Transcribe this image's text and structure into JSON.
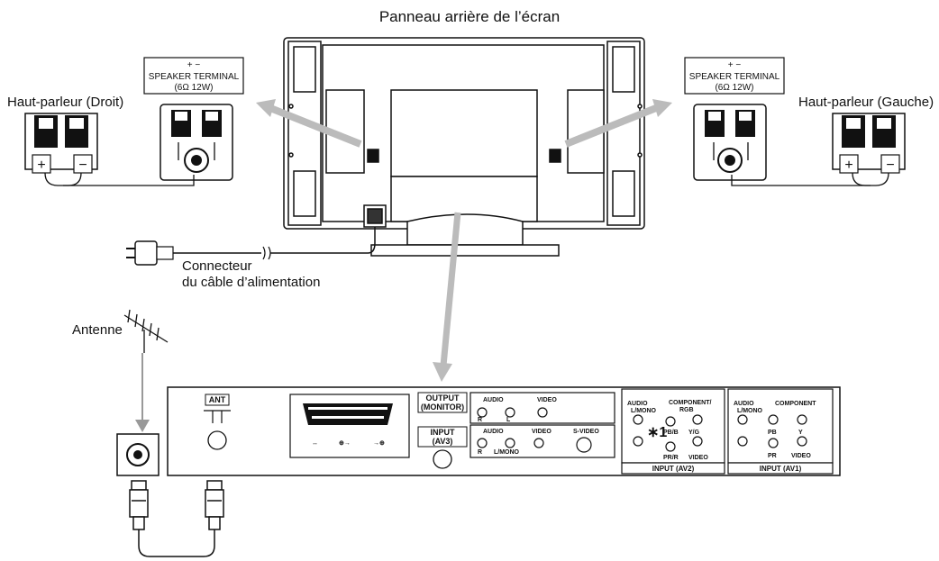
{
  "title": "Panneau arrière de l’écran",
  "speaker_right": {
    "label": "Haut-parleur (Droit)",
    "plus": "+",
    "minus": "−"
  },
  "speaker_left": {
    "label": "Haut-parleur (Gauche)",
    "plus": "+",
    "minus": "−"
  },
  "speaker_terminal": {
    "polarity": "+  −",
    "name": "SPEAKER TERMINAL",
    "spec": "(6Ω 12W)"
  },
  "power_cable": {
    "line1": "Connecteur",
    "line2": "du câble d’alimentation"
  },
  "antenna": {
    "label": "Antenne"
  },
  "panel": {
    "ant": "ANT",
    "output_monitor_1": "OUTPUT",
    "output_monitor_2": "(MONITOR)",
    "input_av3_1": "INPUT",
    "input_av3_2": "(AV3)",
    "audio": "AUDIO",
    "video": "VIDEO",
    "svideo": "S-VIDEO",
    "mono": "L/MONO",
    "r": "R",
    "l": "L",
    "component_rgb_1": "COMPONENT/",
    "component_rgb_2": "RGB",
    "component": "COMPONENT",
    "pb_b": "PB/B",
    "pr_r": "PR/R",
    "y_g": "Y/G",
    "pb": "PB",
    "pr": "PR",
    "y": "Y",
    "note": "∗1",
    "input_av2": "INPUT (AV2)",
    "input_av1": "INPUT (AV1)"
  }
}
